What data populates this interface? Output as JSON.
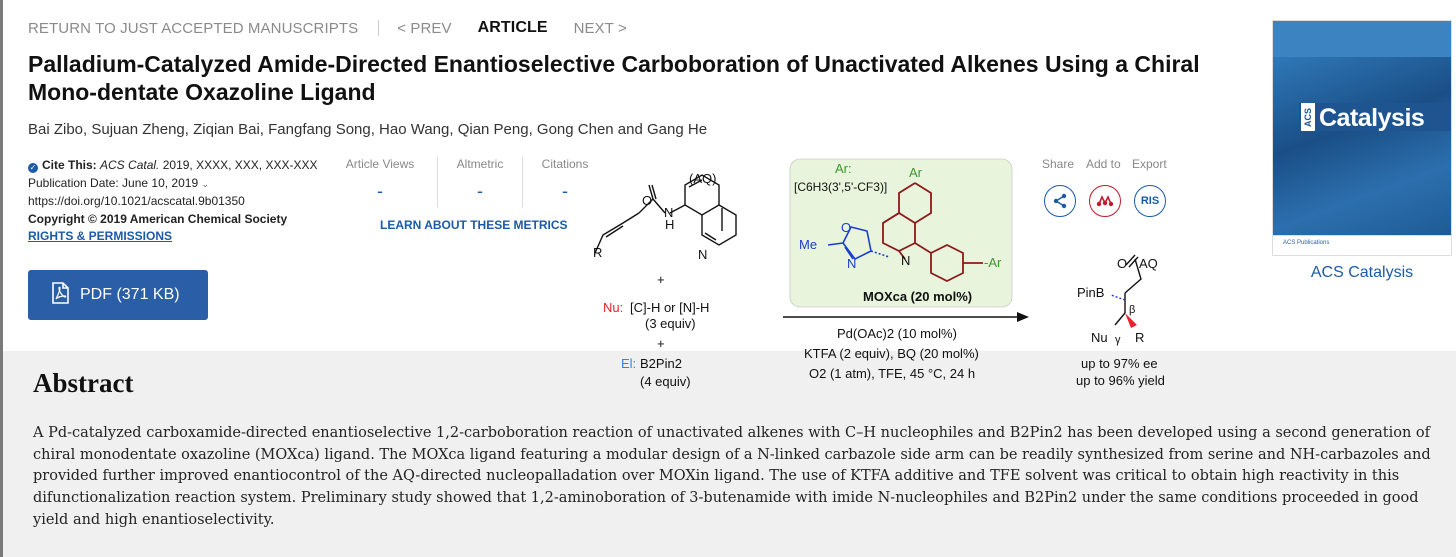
{
  "nav": {
    "return": "RETURN TO JUST ACCEPTED MANUSCRIPTS",
    "prev": "< PREV",
    "article": "ARTICLE",
    "next": "NEXT >"
  },
  "title": "Palladium-Catalyzed Amide-Directed Enantioselective Carboboration of Unactivated Alkenes Using a Chiral Mono-dentate Oxazoline Ligand",
  "authors": "Bai Zibo, Sujuan Zheng, Ziqian Bai, Fangfang Song, Hao Wang, Qian Peng, Gong Chen and Gang He",
  "cite": {
    "label": "Cite This:",
    "journal": "ACS Catal.",
    "ref": "2019, XXXX, XXX, XXX-XXX",
    "pub_date": "Publication Date: June 10, 2019",
    "doi": "https://doi.org/10.1021/acscatal.9b01350",
    "copyright": "Copyright © 2019 American Chemical Society",
    "rights": "RIGHTS & PERMISSIONS"
  },
  "metrics": {
    "views_label": "Article Views",
    "views_value": "-",
    "altmetric_label": "Altmetric",
    "altmetric_value": "-",
    "citations_label": "Citations",
    "citations_value": "-",
    "learn": "LEARN ABOUT THESE METRICS"
  },
  "pdf_label": "PDF (371 KB)",
  "share": {
    "share_label": "Share",
    "addto_label": "Add to",
    "export_label": "Export",
    "ris": "RIS"
  },
  "journal": {
    "cover_word": "Catalysis",
    "cover_acs": "ACS",
    "cover_pub": "ACS Publications",
    "name": "ACS Catalysis"
  },
  "toc": {
    "aq_top": "(AQ)",
    "nh": "N",
    "h": "H",
    "n": "N",
    "o": "O",
    "r": "R",
    "plus1": "+",
    "nu_prefix": "Nu:",
    "nu_text": "[C]-H or [N]-H",
    "nu_equiv": "(3 equiv)",
    "plus2": "+",
    "el_prefix": "El:",
    "el_text": "B2Pin2",
    "el_equiv": "(4 equiv)",
    "ar_label": "Ar:",
    "ar_formula": "[C6H3(3',5'-CF3)]",
    "ar_top": "Ar",
    "ar_right": "-Ar",
    "me": "Me",
    "ox_o": "O",
    "ox_n": "N",
    "cz_n": "N",
    "ligand": "MOXca (20 mol%)",
    "cond1": "Pd(OAc)2 (10 mol%)",
    "cond2": "KTFA (2 equiv), BQ (20 mol%)",
    "cond3": "O2 (1 atm), TFE, 45 °C, 24 h",
    "prod_o": "O",
    "prod_aq": "AQ",
    "prod_pinb": "PinB",
    "prod_beta": "β",
    "prod_nu": "Nu",
    "prod_gamma": "γ",
    "prod_r": "R",
    "ee": "up to 97% ee",
    "yield": "up to 96% yield"
  },
  "abstract": {
    "heading": "Abstract",
    "text": "A Pd-catalyzed carboxamide-directed enantioselective 1,2-carboboration reaction of unactivated alkenes with C–H nucleophiles and B2Pin2 has been developed using a second generation of chiral monodentate oxazoline (MOXca) ligand. The MOXca ligand featuring a modular design of a N-linked carbazole side arm can be readily synthesized from serine and NH-carbazoles and provided further improved enantiocontrol of the AQ-directed nucleopalladation over MOXin ligand. The use of KTFA additive and TFE solvent was critical to obtain high reactivity in this difunctionalization reaction system. Preliminary study showed that 1,2-aminoboration of 3-butenamide with imide N-nucleophiles and B2Pin2 under the same conditions proceeded in good yield and high enantioselectivity."
  },
  "colors": {
    "link": "#1c5aa8",
    "pdf_button": "#2a5ea6",
    "red": "#c21a2a",
    "ligand_bg": "#e8f4dc"
  }
}
